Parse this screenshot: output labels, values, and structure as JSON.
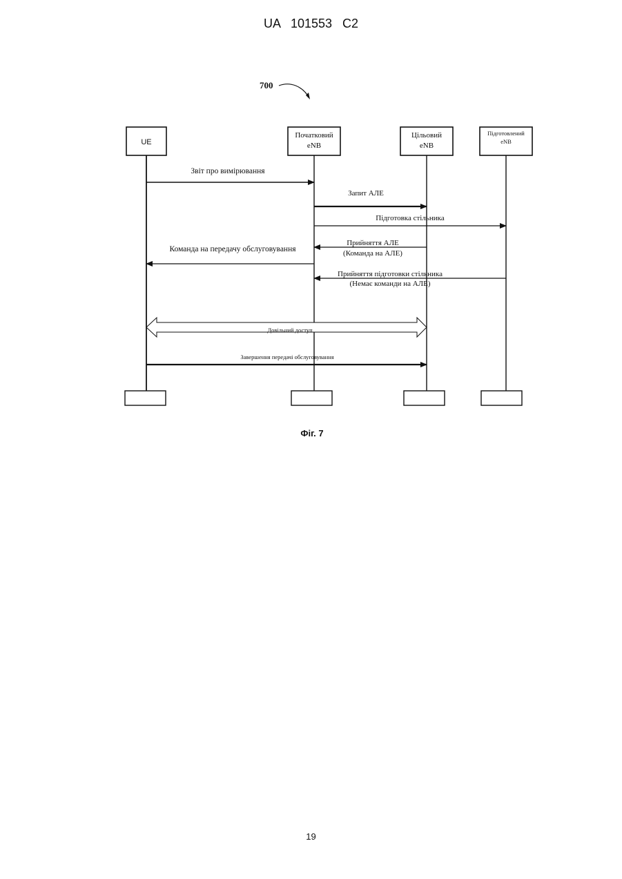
{
  "header": {
    "doc_id": "UA   101553   C2"
  },
  "figure": {
    "ref_numeral": "700",
    "entities": [
      {
        "id": "ue",
        "lines": [
          "UE"
        ]
      },
      {
        "id": "source",
        "lines": [
          "Початковий",
          "eNB"
        ]
      },
      {
        "id": "target",
        "lines": [
          "Цільовий",
          "eNB"
        ]
      },
      {
        "id": "prepared",
        "lines": [
          "Підготовлений",
          "eNB"
        ]
      }
    ],
    "messages": {
      "m1": "Звіт про вимірювання",
      "m2": "Запит АЛЕ",
      "m3": "Підготовка стільника",
      "m4a": "Прийняття АЛЕ",
      "m4b": "(Команда на АЛЕ)",
      "m5": "Команда на передачу обслуговування",
      "m6a": "Прийняття підготовки стільника",
      "m6b": "(Немає команди на АЛЕ)",
      "m7": "Довільний доступ",
      "m8": "Завершення передачі обслуговування"
    },
    "caption": "Фіг. 7"
  },
  "footer": {
    "page_number": "19"
  }
}
